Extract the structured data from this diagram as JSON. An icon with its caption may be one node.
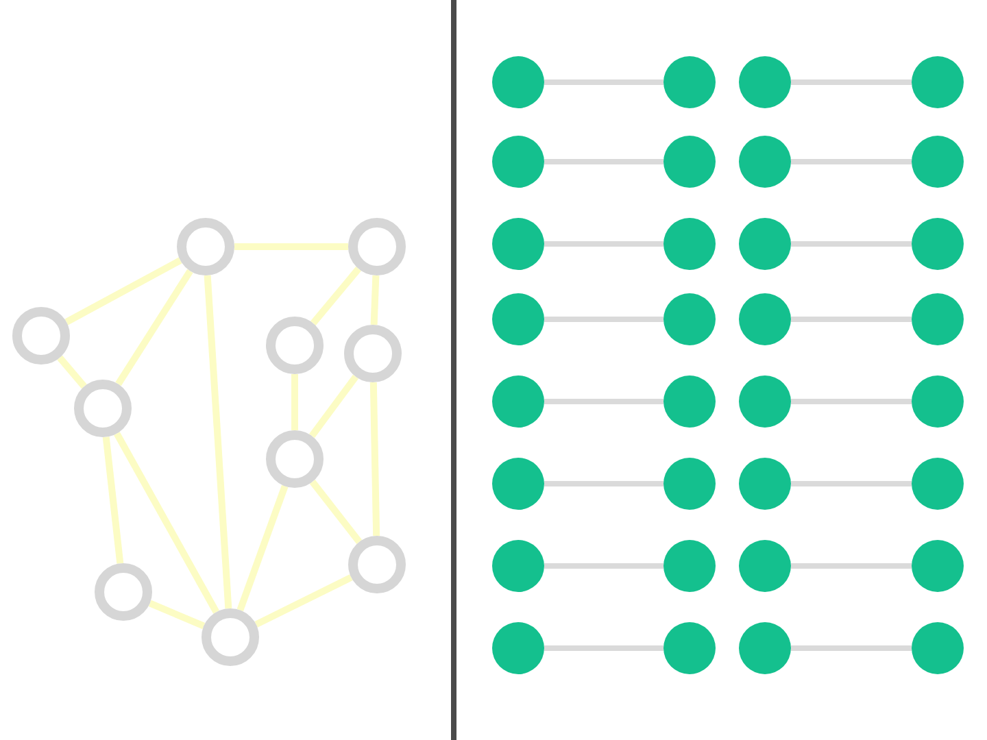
{
  "diagram": {
    "nodes": [
      {
        "text": [],
        "shape": "circle"
      },
      {
        "text": [],
        "shape": "circle"
      },
      {
        "text": [],
        "shape": "circle"
      },
      {
        "text": [],
        "shape": "circle"
      },
      {
        "text": [],
        "shape": "circle"
      },
      {
        "text": [],
        "shape": "circle"
      },
      {
        "text": [],
        "shape": "circle"
      },
      {
        "text": [],
        "shape": "circle"
      },
      {
        "text": [],
        "shape": "circle"
      },
      {
        "text": [],
        "shape": "circle"
      },
      {
        "text": [],
        "shape": "circle"
      },
      {
        "text": [],
        "shape": "circle"
      },
      {
        "text": [],
        "shape": "circle"
      },
      {
        "text": [],
        "shape": "circle"
      },
      {
        "text": [],
        "shape": "circle"
      },
      {
        "text": [],
        "shape": "circle"
      },
      {
        "text": [],
        "shape": "circle"
      },
      {
        "text": [],
        "shape": "circle"
      },
      {
        "text": [],
        "shape": "circle"
      },
      {
        "text": [],
        "shape": "circle"
      },
      {
        "text": [],
        "shape": "circle"
      },
      {
        "text": [],
        "shape": "circle"
      },
      {
        "text": [],
        "shape": "circle"
      },
      {
        "text": [],
        "shape": "circle"
      },
      {
        "text": [],
        "shape": "circle"
      },
      {
        "text": [],
        "shape": "circle"
      },
      {
        "text": [],
        "shape": "circle"
      },
      {
        "text": [],
        "shape": "circle"
      },
      {
        "text": [],
        "shape": "circle"
      },
      {
        "text": [],
        "shape": "circle"
      },
      {
        "text": [],
        "shape": "circle"
      },
      {
        "text": [],
        "shape": "circle"
      },
      {
        "text": [],
        "shape": "circle"
      },
      {
        "text": [],
        "shape": "circle"
      },
      {
        "text": [],
        "shape": "circle"
      },
      {
        "text": [],
        "shape": "circle"
      },
      {
        "text": [],
        "shape": "circle"
      },
      {
        "text": [],
        "shape": "circle"
      },
      {
        "text": [],
        "shape": "circle"
      },
      {
        "text": [],
        "shape": "circle"
      },
      {
        "text": [],
        "shape": "circle"
      },
      {
        "text": [],
        "shape": "circle"
      }
    ],
    "edges": [
      {
        "from": 2,
        "to": 0,
        "arrow": "none",
        "color": "#fcfcc4"
      },
      {
        "from": 2,
        "to": 5,
        "arrow": "none",
        "color": "#fcfcc4"
      },
      {
        "from": 0,
        "to": 1,
        "arrow": "none",
        "color": "#fcfcc4"
      },
      {
        "from": 0,
        "to": 5,
        "arrow": "none",
        "color": "#fcfcc4"
      },
      {
        "from": 0,
        "to": 9,
        "arrow": "none",
        "color": "#fcfcc4"
      },
      {
        "from": 1,
        "to": 3,
        "arrow": "none",
        "color": "#fcfcc4"
      },
      {
        "from": 1,
        "to": 4,
        "arrow": "none",
        "color": "#fcfcc4"
      },
      {
        "from": 3,
        "to": 6,
        "arrow": "none",
        "color": "#fcfcc4"
      },
      {
        "from": 4,
        "to": 6,
        "arrow": "none",
        "color": "#fcfcc4"
      },
      {
        "from": 4,
        "to": 7,
        "arrow": "none",
        "color": "#fcfcc4"
      },
      {
        "from": 5,
        "to": 8,
        "arrow": "none",
        "color": "#fcfcc4"
      },
      {
        "from": 5,
        "to": 9,
        "arrow": "none",
        "color": "#fcfcc4"
      },
      {
        "from": 6,
        "to": 9,
        "arrow": "none",
        "color": "#fcfcc4"
      },
      {
        "from": 6,
        "to": 7,
        "arrow": "none",
        "color": "#fcfcc4"
      },
      {
        "from": 8,
        "to": 9,
        "arrow": "none",
        "color": "#fcfcc4"
      },
      {
        "from": 9,
        "to": 7,
        "arrow": "none",
        "color": "#fcfcc4"
      },
      {
        "from": 10,
        "to": 11,
        "arrow": "none"
      },
      {
        "from": 12,
        "to": 13,
        "arrow": "none"
      },
      {
        "from": 14,
        "to": 15,
        "arrow": "none"
      },
      {
        "from": 16,
        "to": 17,
        "arrow": "none"
      },
      {
        "from": 18,
        "to": 19,
        "arrow": "none"
      },
      {
        "from": 20,
        "to": 21,
        "arrow": "none"
      },
      {
        "from": 22,
        "to": 23,
        "arrow": "none"
      },
      {
        "from": 24,
        "to": 25,
        "arrow": "none"
      },
      {
        "from": 26,
        "to": 27,
        "arrow": "none"
      },
      {
        "from": 28,
        "to": 29,
        "arrow": "none"
      },
      {
        "from": 30,
        "to": 31,
        "arrow": "none"
      },
      {
        "from": 32,
        "to": 33,
        "arrow": "none"
      },
      {
        "from": 34,
        "to": 35,
        "arrow": "none"
      },
      {
        "from": 36,
        "to": 37,
        "arrow": "none"
      },
      {
        "from": 38,
        "to": 39,
        "arrow": "none"
      },
      {
        "from": 40,
        "to": 41,
        "arrow": "none"
      }
    ]
  }
}
